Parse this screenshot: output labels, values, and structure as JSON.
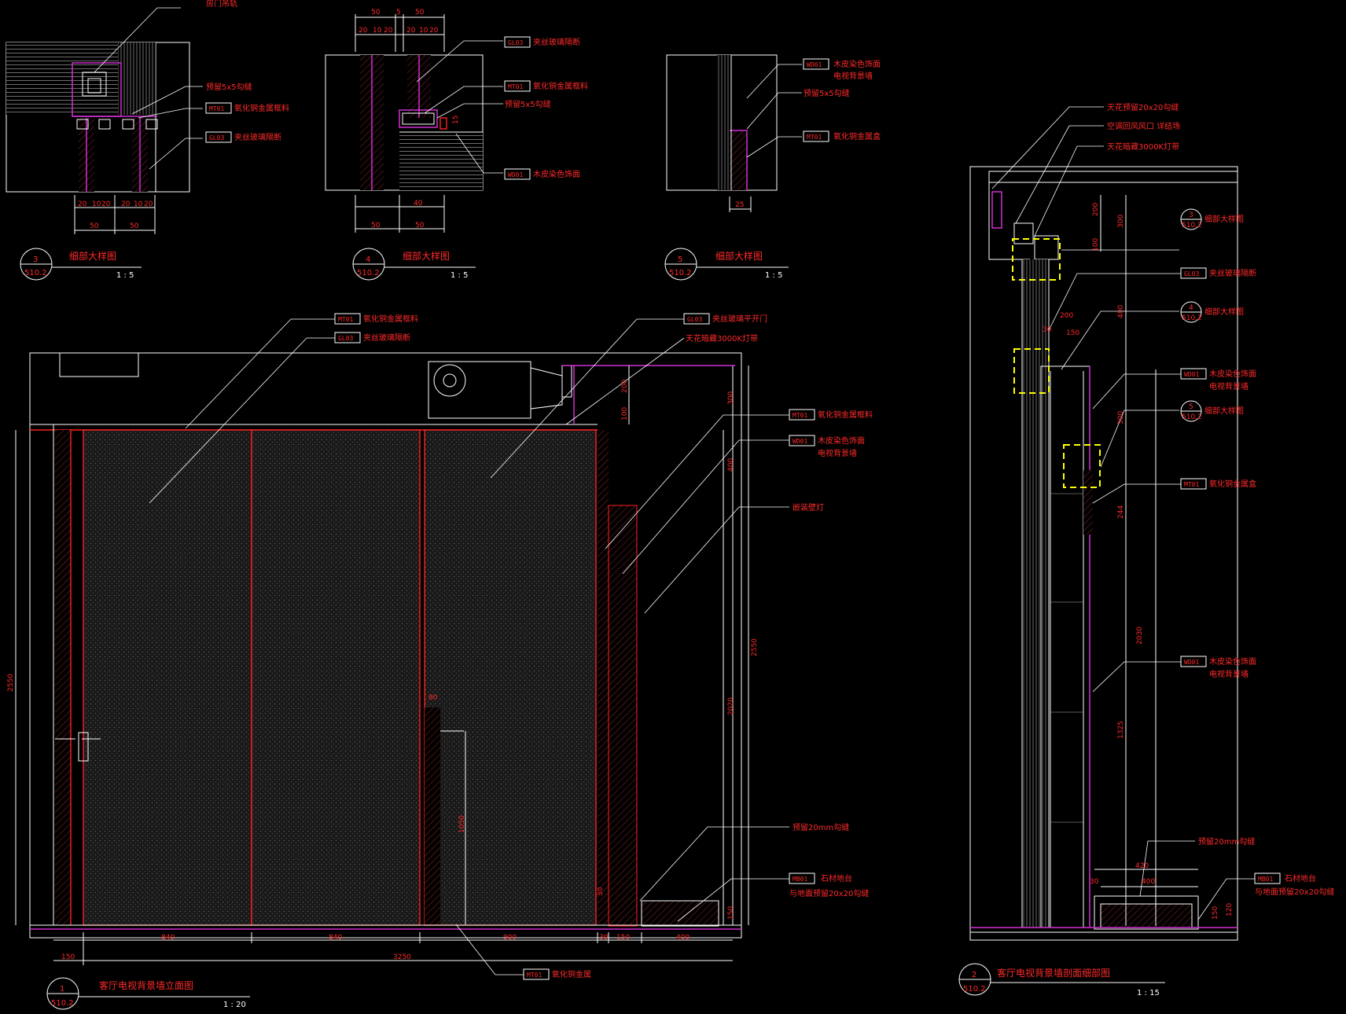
{
  "detail3": {
    "labels": {
      "a": "房门吊轨",
      "b": "预留5x5勾缝",
      "c_tag": "MT01",
      "c": "氧化铜金属框料",
      "d_tag": "GL03",
      "d": "夹丝玻璃隔断"
    },
    "dims": [
      "20",
      "10",
      "20",
      "20",
      "10",
      "20",
      "50",
      "50"
    ],
    "circle_num": "3",
    "sheet": "510.2",
    "title": "细部大样图",
    "scale": "1 : 5"
  },
  "detail4": {
    "labels": {
      "a_tag": "GL03",
      "a": "夹丝玻璃隔断",
      "b_tag": "MT01",
      "b": "氧化铜金属框料",
      "c": "预留5x5勾缝",
      "d_tag": "WD01",
      "d": "木皮染色饰面"
    },
    "dims_top": [
      "50",
      "5",
      "50",
      "20",
      "10",
      "20",
      "20",
      "10",
      "20"
    ],
    "dims_bottom": [
      "40",
      "50",
      "50"
    ],
    "dim_side": "15",
    "circle_num": "4",
    "sheet": "510.2",
    "title": "细部大样图",
    "scale": "1 : 5"
  },
  "detail5": {
    "labels": {
      "a_tag": "WD01",
      "a": "木皮染色饰面",
      "a2": "电视背景墙",
      "b": "预留5x5勾缝",
      "c_tag": "MT01",
      "c": "氧化铜金属盒"
    },
    "dims": [
      "25"
    ],
    "circle_num": "5",
    "sheet": "510.2",
    "title": "细部大样图",
    "scale": "1 : 5"
  },
  "elevation": {
    "labels": {
      "a_tag": "MT01",
      "a": "氧化铜金属框料",
      "b_tag": "GL03",
      "b": "夹丝玻璃隔断",
      "c_tag": "GL03",
      "c": "夹丝玻璃平开门",
      "d": "天花暗藏3000K灯带",
      "e_tag": "MT01",
      "e": "氧化铜金属框料",
      "f_tag": "WD01",
      "f": "木皮染色饰面",
      "f2": "电视背景墙",
      "g": "嵌装壁灯",
      "h": "预留20mm勾缝",
      "i_tag": "MB01",
      "i": "石材地台",
      "i2": "与地面预留20x20勾缝",
      "j_tag": "MT01",
      "j": "氧化铜金属"
    },
    "dims_bottom": [
      "150",
      "840",
      "840",
      "900",
      "30",
      "150",
      "400"
    ],
    "dim_total": "3250",
    "dims_right": [
      "200",
      "100",
      "300",
      "400",
      "2550",
      "2020",
      "150"
    ],
    "dim_left": "2550",
    "dim_door": [
      "80",
      "1050",
      "30"
    ],
    "circle_num": "1",
    "sheet": "510.2",
    "title": "客厅电视背景墙立面图",
    "scale": "1 : 20"
  },
  "section": {
    "labels": {
      "a": "天花预留20x20勾缝",
      "b": "空调回风风口  详结场",
      "c": "天花暗藏3000K灯带",
      "d": "细部大样图",
      "e_tag": "GL03",
      "e": "夹丝玻璃隔断",
      "f": "细部大样图",
      "g_tag": "WD01",
      "g": "木皮染色饰面",
      "g2": "电视背景墙",
      "h": "细部大样图",
      "i_tag": "MT01",
      "i": "氧化铜金属盒",
      "j_tag": "WD01",
      "j": "木皮染色饰面",
      "j2": "电视背景墙",
      "k": "预留20mm勾缝",
      "l_tag": "MB01",
      "l": "石材地台",
      "l2": "与地面预留20x20勾缝"
    },
    "callout_refs": [
      {
        "num": "3",
        "sheet": "510.2"
      },
      {
        "num": "4",
        "sheet": "510.2"
      },
      {
        "num": "5",
        "sheet": "510.2"
      }
    ],
    "dims": [
      "200",
      "300",
      "100",
      "200",
      "400",
      "150",
      "30",
      "300",
      "244",
      "2030",
      "1325",
      "420",
      "400",
      "30",
      "150",
      "120"
    ],
    "circle_num": "2",
    "sheet": "510.2",
    "title": "客厅电视背景墙剖面细部图",
    "scale": "1 : 15"
  }
}
